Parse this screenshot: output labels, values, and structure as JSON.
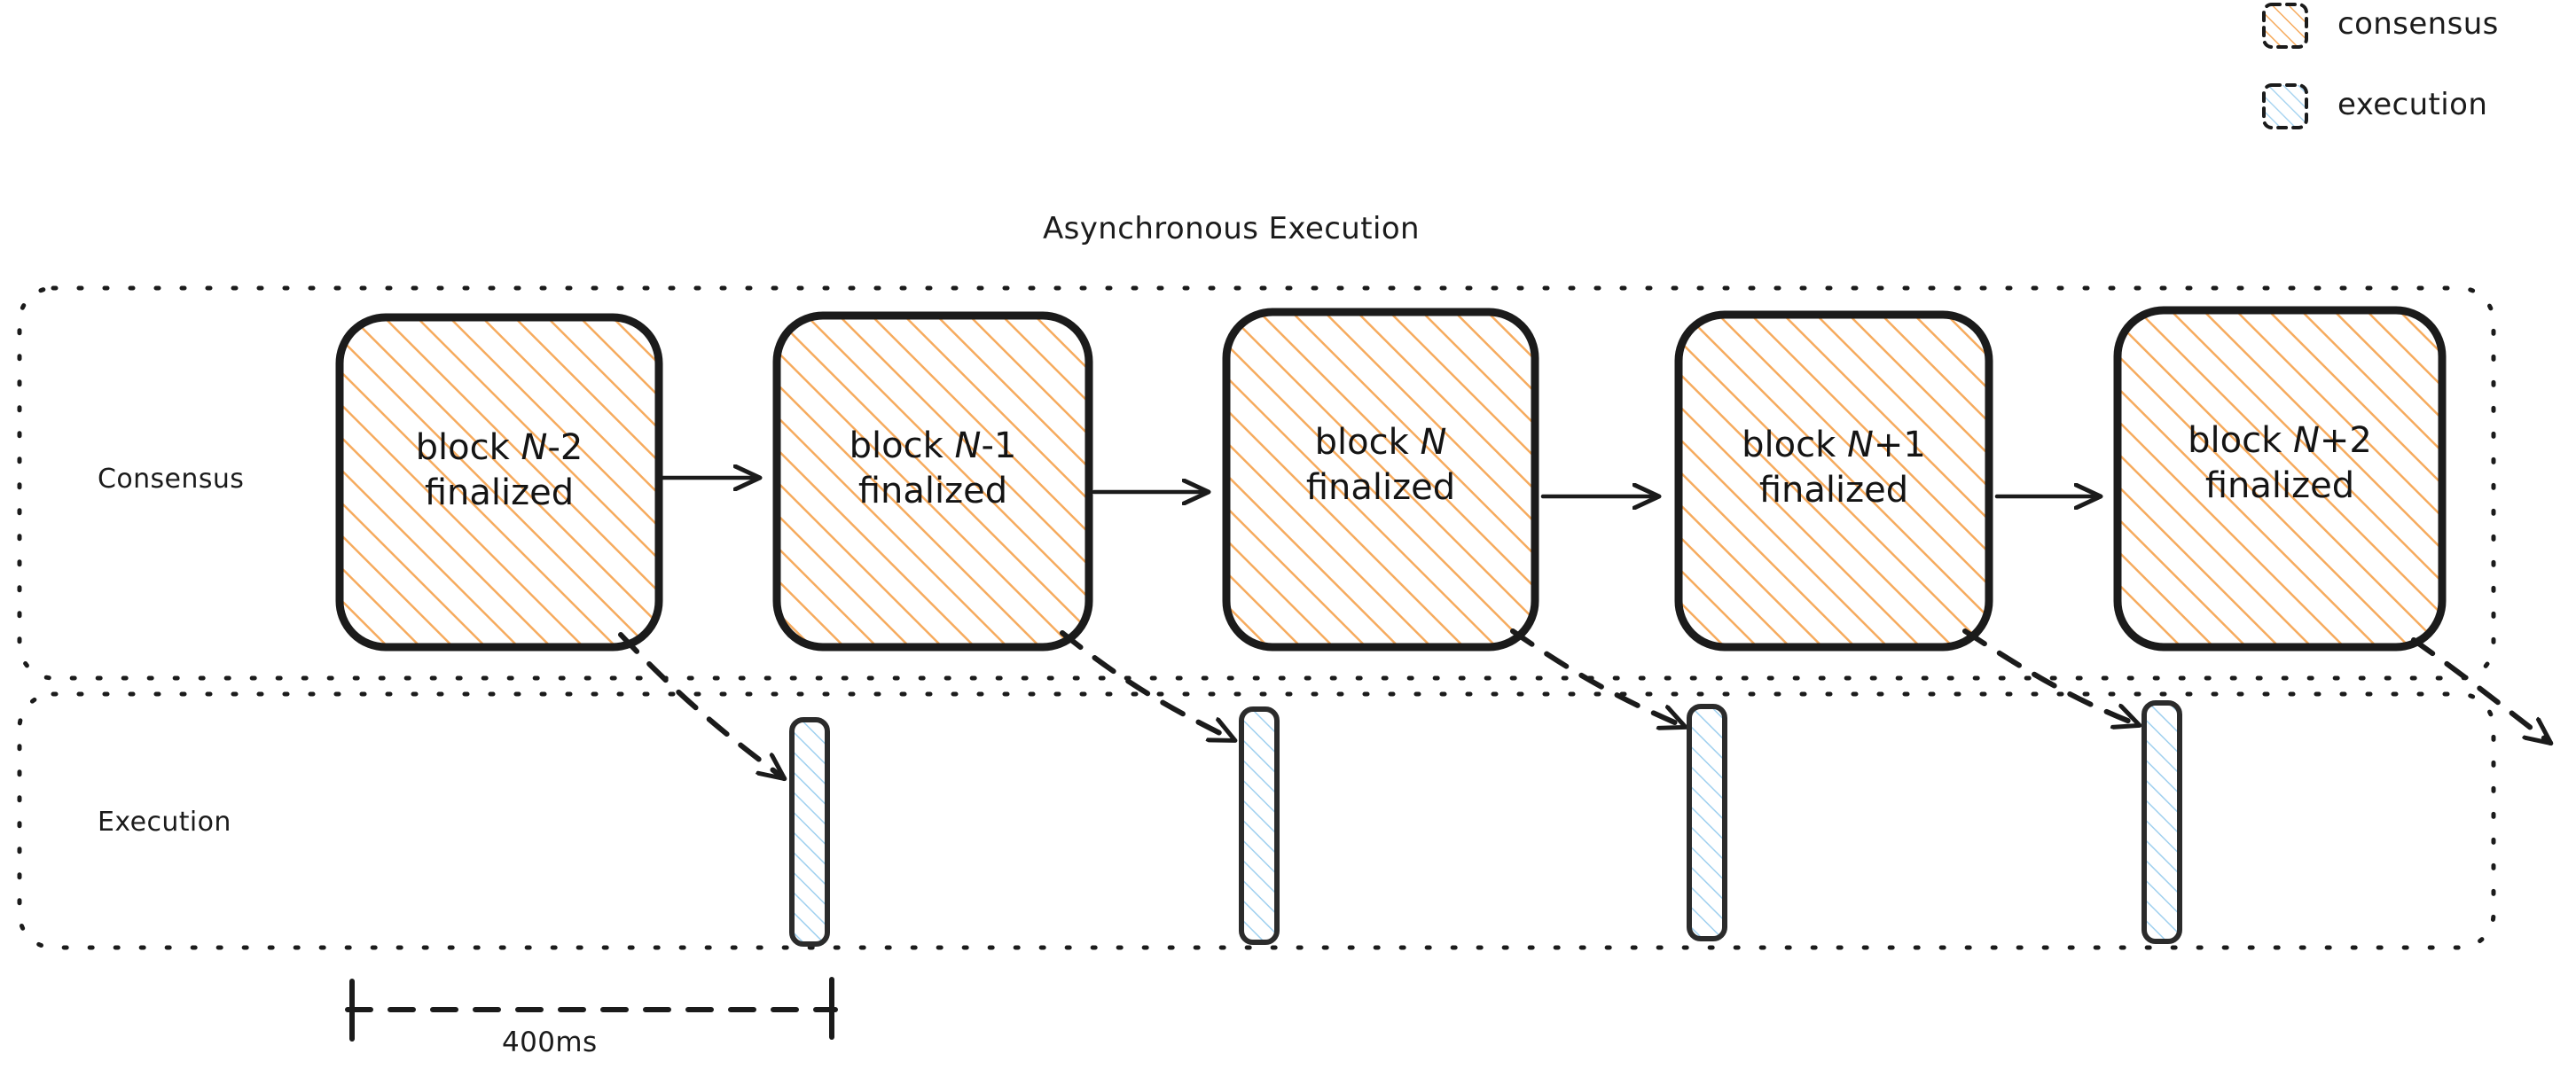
{
  "diagram": {
    "title": "Asynchronous Execution",
    "background": "#ffffff",
    "ink": "#1b1b1b"
  },
  "legend": {
    "items": [
      {
        "label": "consensus",
        "swatch": "consensus-swatch",
        "color": "#f5a95a"
      },
      {
        "label": "execution",
        "swatch": "execution-swatch",
        "color": "#a8d4ef"
      }
    ]
  },
  "lanes": [
    {
      "id": "consensus",
      "label": "Consensus"
    },
    {
      "id": "execution",
      "label": "Execution"
    }
  ],
  "consensus_blocks": [
    {
      "prefix": "block ",
      "symbol": "N",
      "suffix": "-2",
      "line2": "finalized"
    },
    {
      "prefix": "block ",
      "symbol": "N",
      "suffix": "-1",
      "line2": "finalized"
    },
    {
      "prefix": "block ",
      "symbol": "N",
      "suffix": "",
      "line2": "finalized"
    },
    {
      "prefix": "block ",
      "symbol": "N",
      "suffix": "+1",
      "line2": "finalized"
    },
    {
      "prefix": "block ",
      "symbol": "N",
      "suffix": "+2",
      "line2": "finalized"
    }
  ],
  "execution_bars": [
    {
      "index": 1
    },
    {
      "index": 2
    },
    {
      "index": 3
    },
    {
      "index": 4
    }
  ],
  "measure": {
    "label": "400ms"
  },
  "chart_data": {
    "type": "diagram",
    "title": "Asynchronous Execution",
    "description": "Timeline showing consensus block finalization on the top lane and delayed asynchronous execution bars on the bottom lane.",
    "lanes": [
      "Consensus",
      "Execution"
    ],
    "consensus_nodes": [
      "block N-2 finalized",
      "block N-1 finalized",
      "block N finalized",
      "block N+1 finalized",
      "block N+2 finalized"
    ],
    "consensus_links": [
      "block N-2 -> block N-1",
      "block N-1 -> block N",
      "block N -> block N+1",
      "block N+1 -> block N+2"
    ],
    "execution_links": [
      "block N-2 finalized -> execution 1",
      "block N-1 finalized -> execution 2",
      "block N finalized -> execution 3",
      "block N+1 finalized -> execution 4",
      "block N+2 finalized -> execution 5 (off-diagram)"
    ],
    "slot_duration_label": "400ms",
    "legend": [
      "consensus",
      "execution"
    ]
  }
}
